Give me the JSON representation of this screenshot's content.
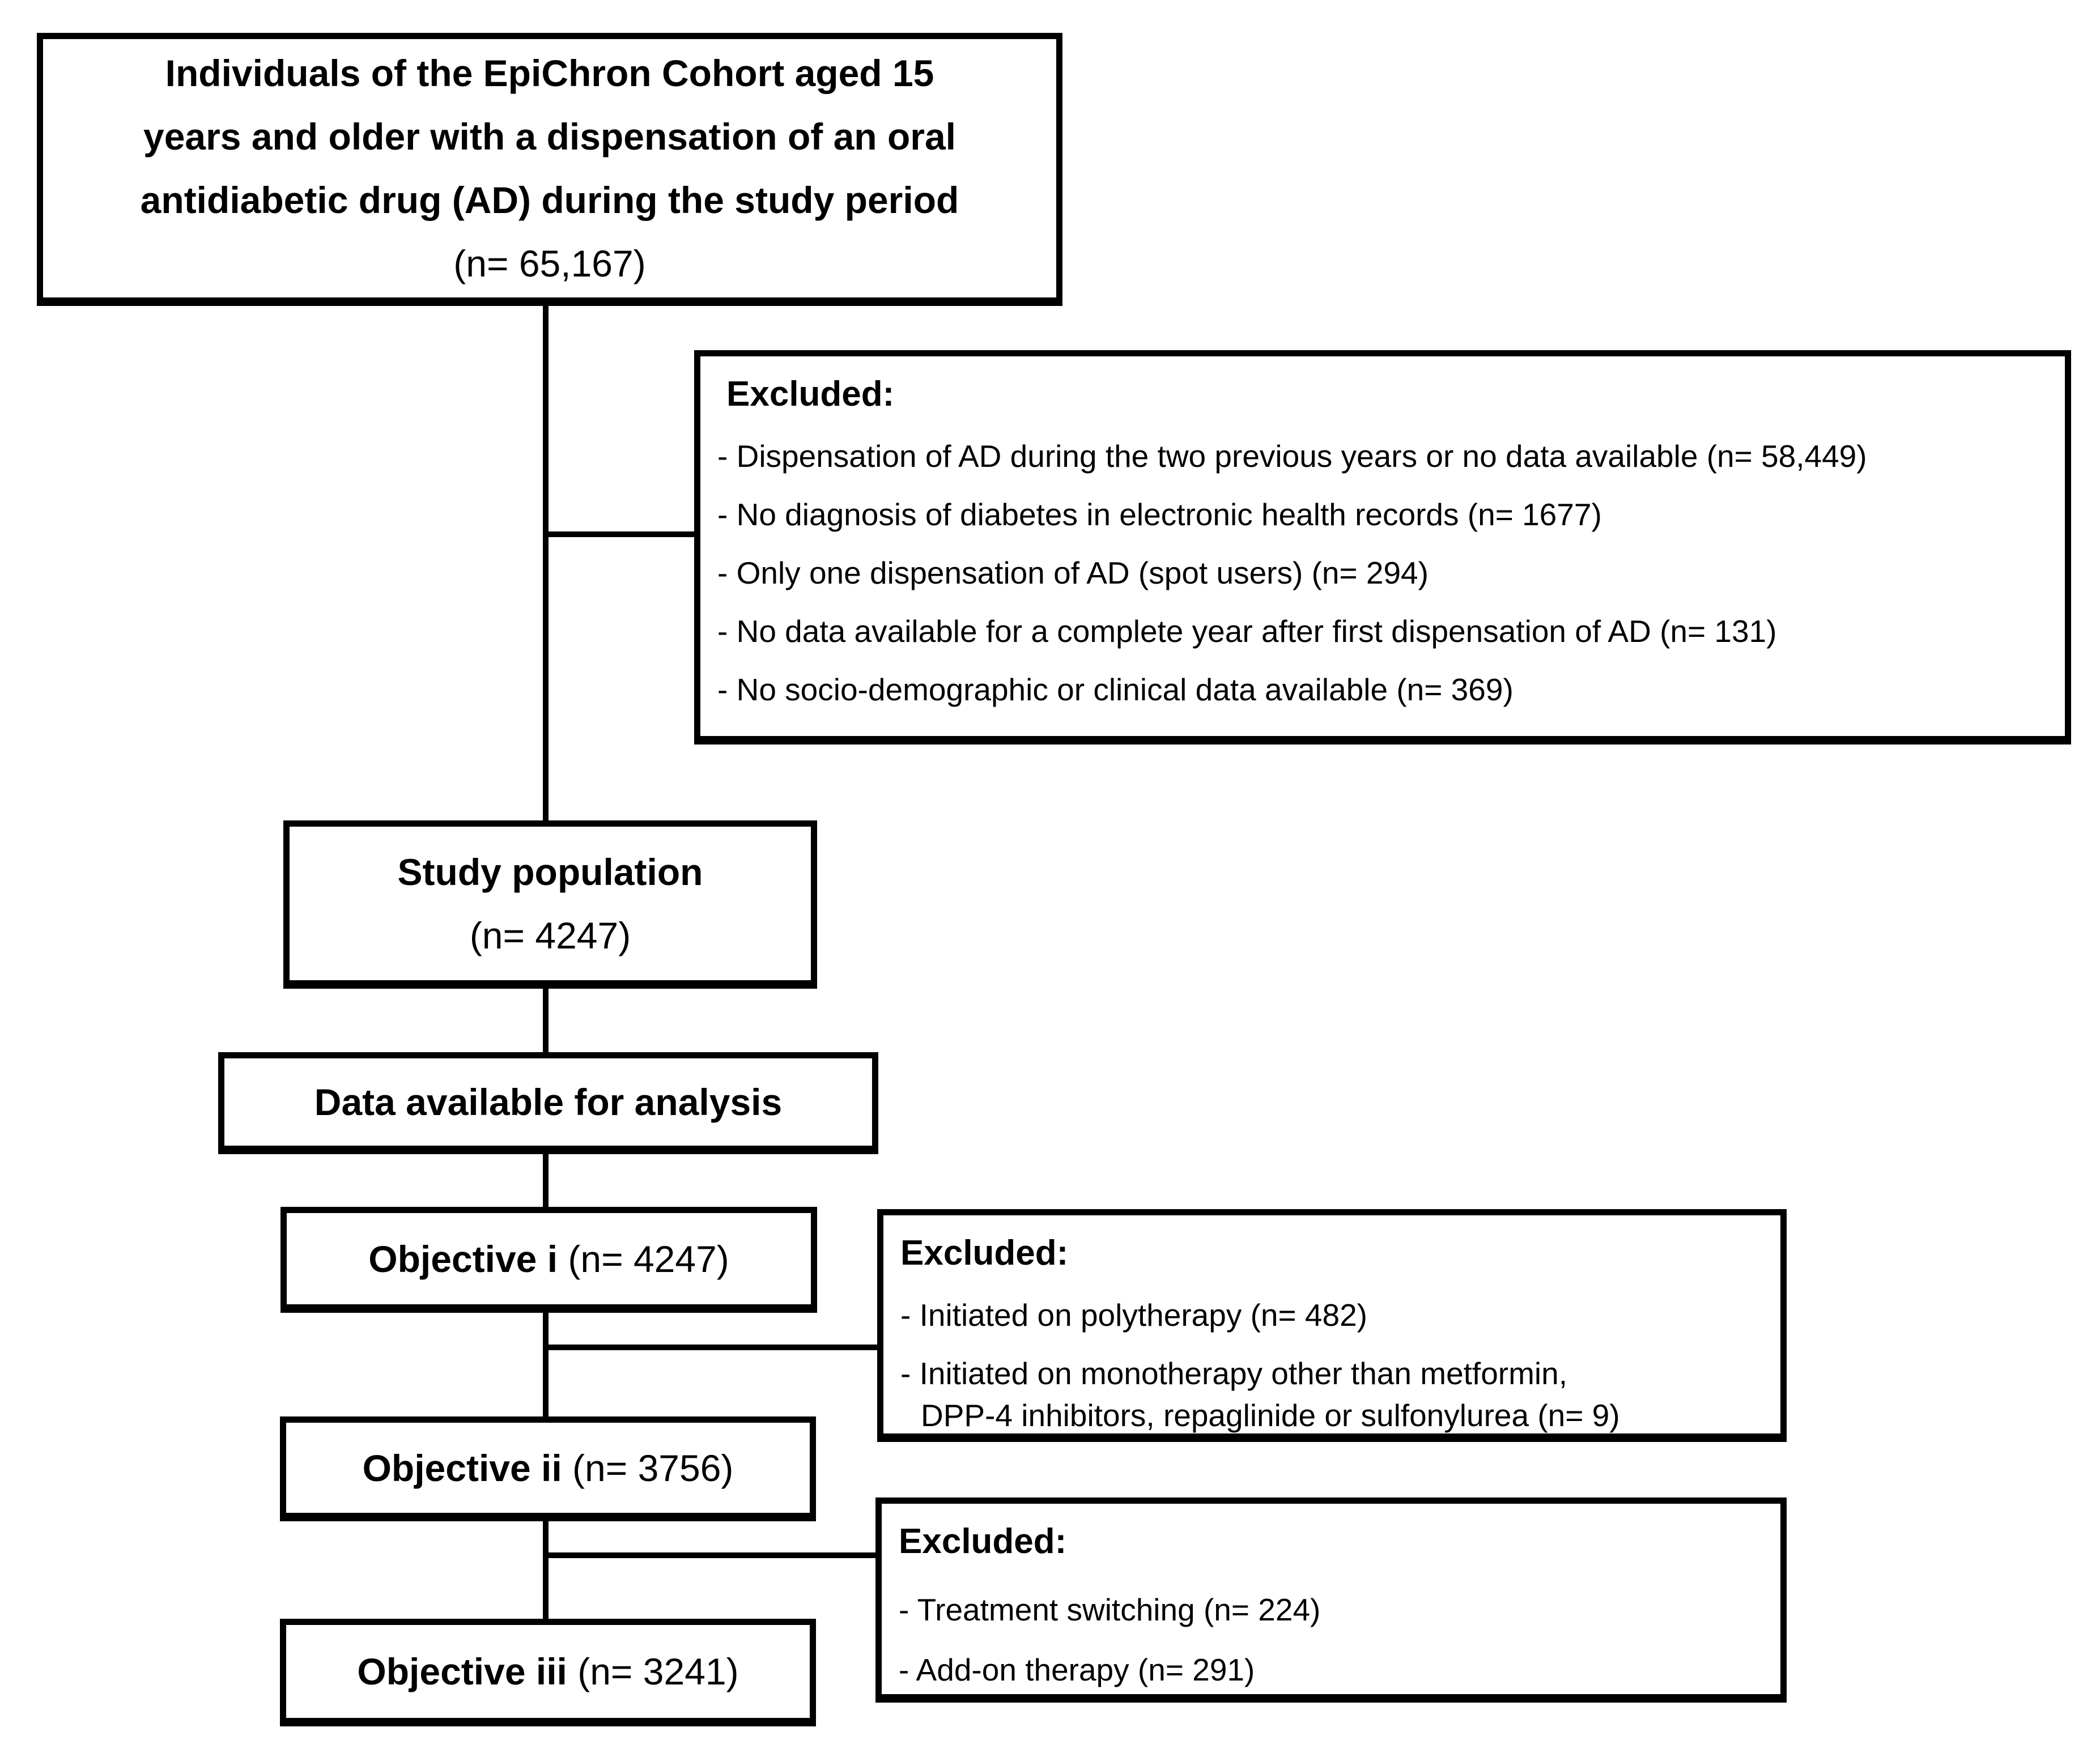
{
  "figure": {
    "background_color": "#ffffff",
    "line_color": "#000000",
    "cohort_box": {
      "line1": "Individuals of the EpiChron Cohort aged 15",
      "line2": "years and older with a dispensation of an oral",
      "line3": "antidiabetic drug (AD) during the study period",
      "n": "(n= 65,167)"
    },
    "excluded1": {
      "heading": "Excluded:",
      "items": [
        "- Dispensation of AD during the two previous years or no data available (n= 58,449)",
        "- No diagnosis of diabetes in electronic health records (n= 1677)",
        "- Only one dispensation of AD (spot users) (n= 294)",
        "- No data available for a complete year after first dispensation of AD (n= 131)",
        "- No socio-demographic or clinical data available (n= 369)"
      ]
    },
    "study_population": {
      "title": "Study population",
      "n": "(n= 4247)"
    },
    "data_available": {
      "title": "Data available for analysis"
    },
    "objective1": {
      "label": "Objective i",
      "n": " (n= 4247)"
    },
    "excluded2": {
      "heading": "Excluded:",
      "items": [
        "- Initiated on polytherapy (n= 482)",
        "- Initiated on monotherapy other than metformin,\nDPP-4 inhibitors, repaglinide or sulfonylurea (n= 9)"
      ]
    },
    "objective2": {
      "label": "Objective ii",
      "n": " (n= 3756)"
    },
    "excluded3": {
      "heading": "Excluded:",
      "items": [
        "- Treatment switching (n= 224)",
        "- Add-on therapy (n= 291)"
      ]
    },
    "objective3": {
      "label": "Objective iii",
      "n": " (n= 3241)"
    }
  }
}
